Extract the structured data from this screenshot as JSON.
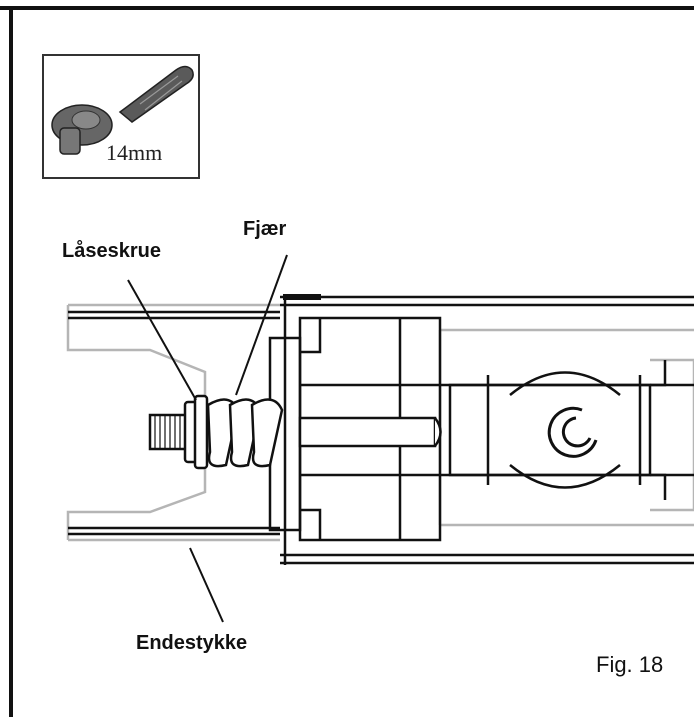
{
  "tool": {
    "size_label": "14mm",
    "icon": "ratchet-wrench-icon"
  },
  "labels": {
    "lock_screw": "Låseskrue",
    "spring": "Fjær",
    "end_piece": "Endestykke"
  },
  "figure": {
    "caption": "Fig. 18"
  },
  "colors": {
    "line": "#111111",
    "ghost": "#b5b5b5",
    "tool_fill": "#555555"
  }
}
